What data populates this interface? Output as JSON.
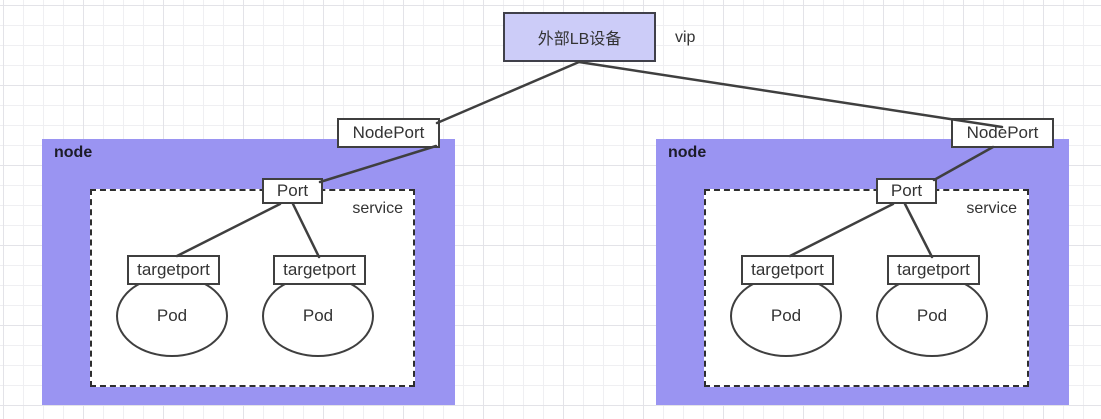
{
  "lb": {
    "label": "外部LB设备",
    "fill": "#ccccf8"
  },
  "vip_label": "vip",
  "nodes": [
    {
      "label": "node",
      "service_label": "service",
      "nodeport_label": "NodePort",
      "port_label": "Port",
      "targetport1_label": "targetport",
      "targetport2_label": "targetport",
      "pod1_label": "Pod",
      "pod2_label": "Pod"
    },
    {
      "label": "node",
      "service_label": "service",
      "nodeport_label": "NodePort",
      "port_label": "Port",
      "targetport1_label": "targetport",
      "targetport2_label": "targetport",
      "pod1_label": "Pod",
      "pod2_label": "Pod"
    }
  ],
  "colors": {
    "node_fill": "#9a94f2",
    "lb_fill": "#ccccf8",
    "shape_stroke": "#3f3f3f",
    "text": "#333333",
    "grid_minor": "#efeff2",
    "grid_major": "#e3e3e8",
    "background": "#ffffff"
  }
}
